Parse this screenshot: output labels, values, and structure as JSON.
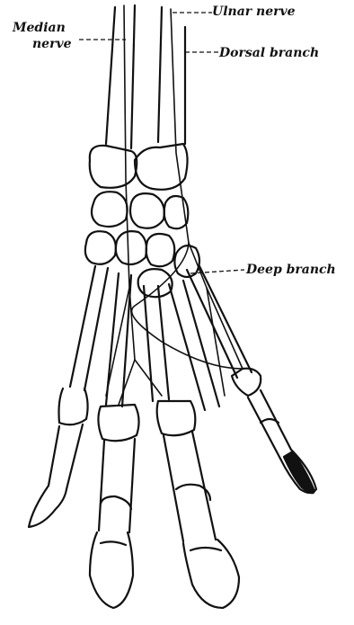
{
  "labels": {
    "median_line1": "Median",
    "median_line2": "nerve",
    "ulnar": "Ulnar nerve",
    "dorsal": "Dorsal branch",
    "deep": "Deep branch"
  },
  "colors": {
    "ink": "#111111",
    "background": "#ffffff"
  }
}
